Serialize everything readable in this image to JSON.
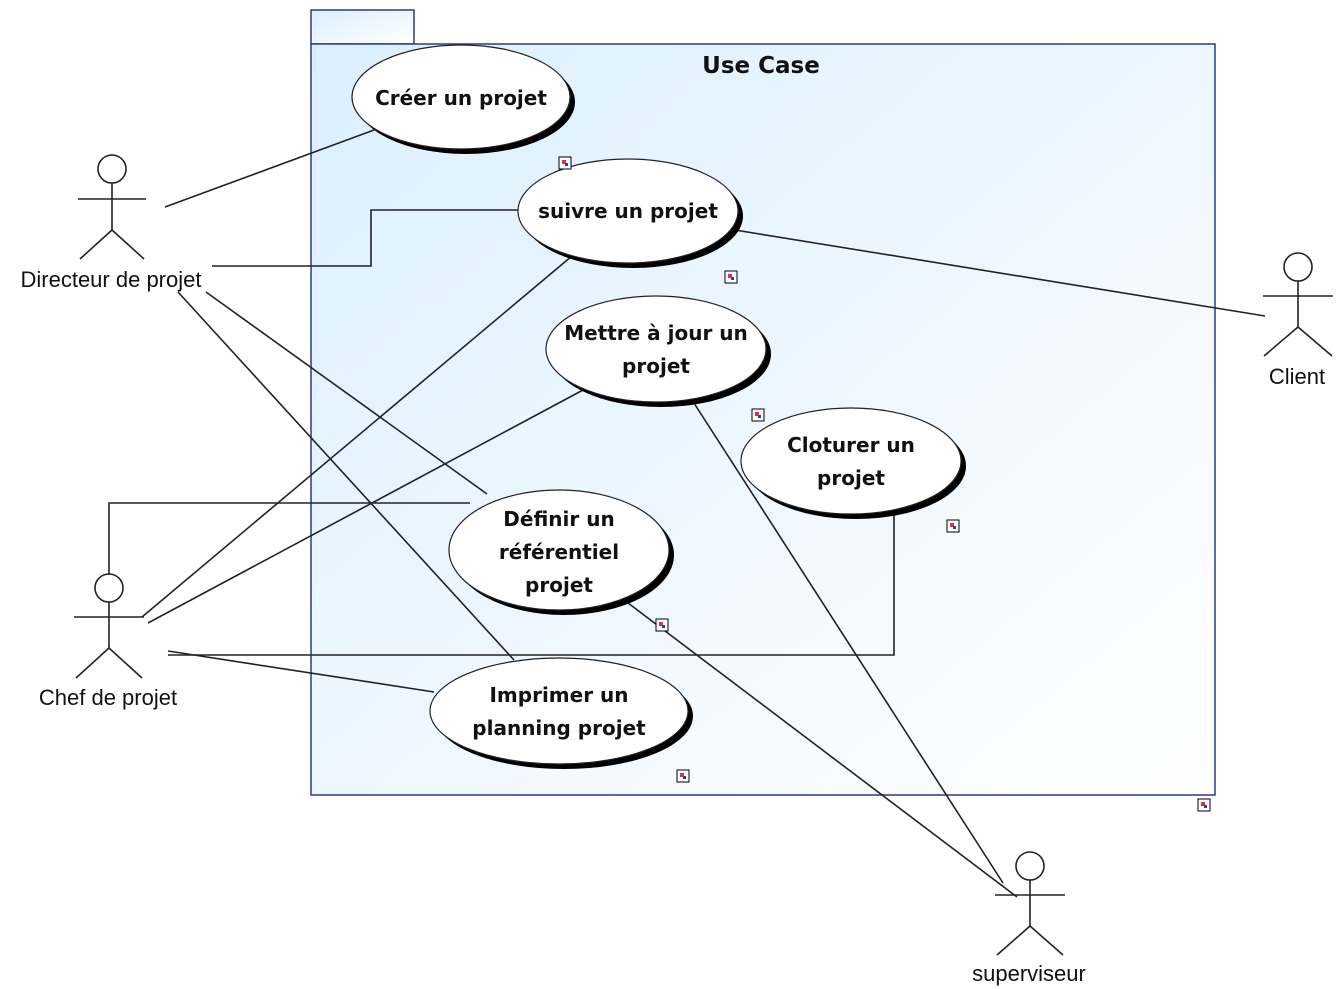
{
  "package": {
    "title": "Use Case"
  },
  "use_cases": {
    "creer": [
      "Créer un projet"
    ],
    "suivre": [
      "suivre un projet"
    ],
    "mettre": [
      "Mettre à jour un",
      "projet"
    ],
    "cloturer": [
      "Cloturer un",
      "projet"
    ],
    "definir": [
      "Définir un",
      "référentiel",
      "projet"
    ],
    "imprimer": [
      "Imprimer un",
      "planning projet"
    ]
  },
  "actors": {
    "directeur": "Directeur de projet",
    "chef": "Chef de projet",
    "client": "Client",
    "superviseur": "superviseur"
  },
  "colors": {
    "package_border": "#2a3a8a",
    "package_fill_start": "#dcefff",
    "package_fill_end": "#ffffff",
    "ellipse_fill": "#ffffff",
    "ellipse_shadow": "#000000"
  }
}
